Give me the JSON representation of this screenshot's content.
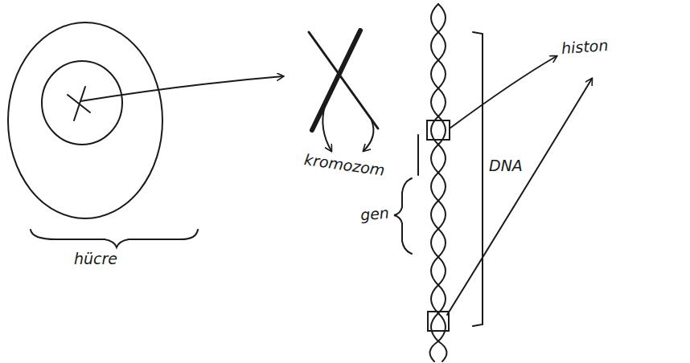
{
  "diagram": {
    "labels": [
      "hücre",
      "kromozom",
      "gen",
      "DNA",
      "histon"
    ]
  }
}
